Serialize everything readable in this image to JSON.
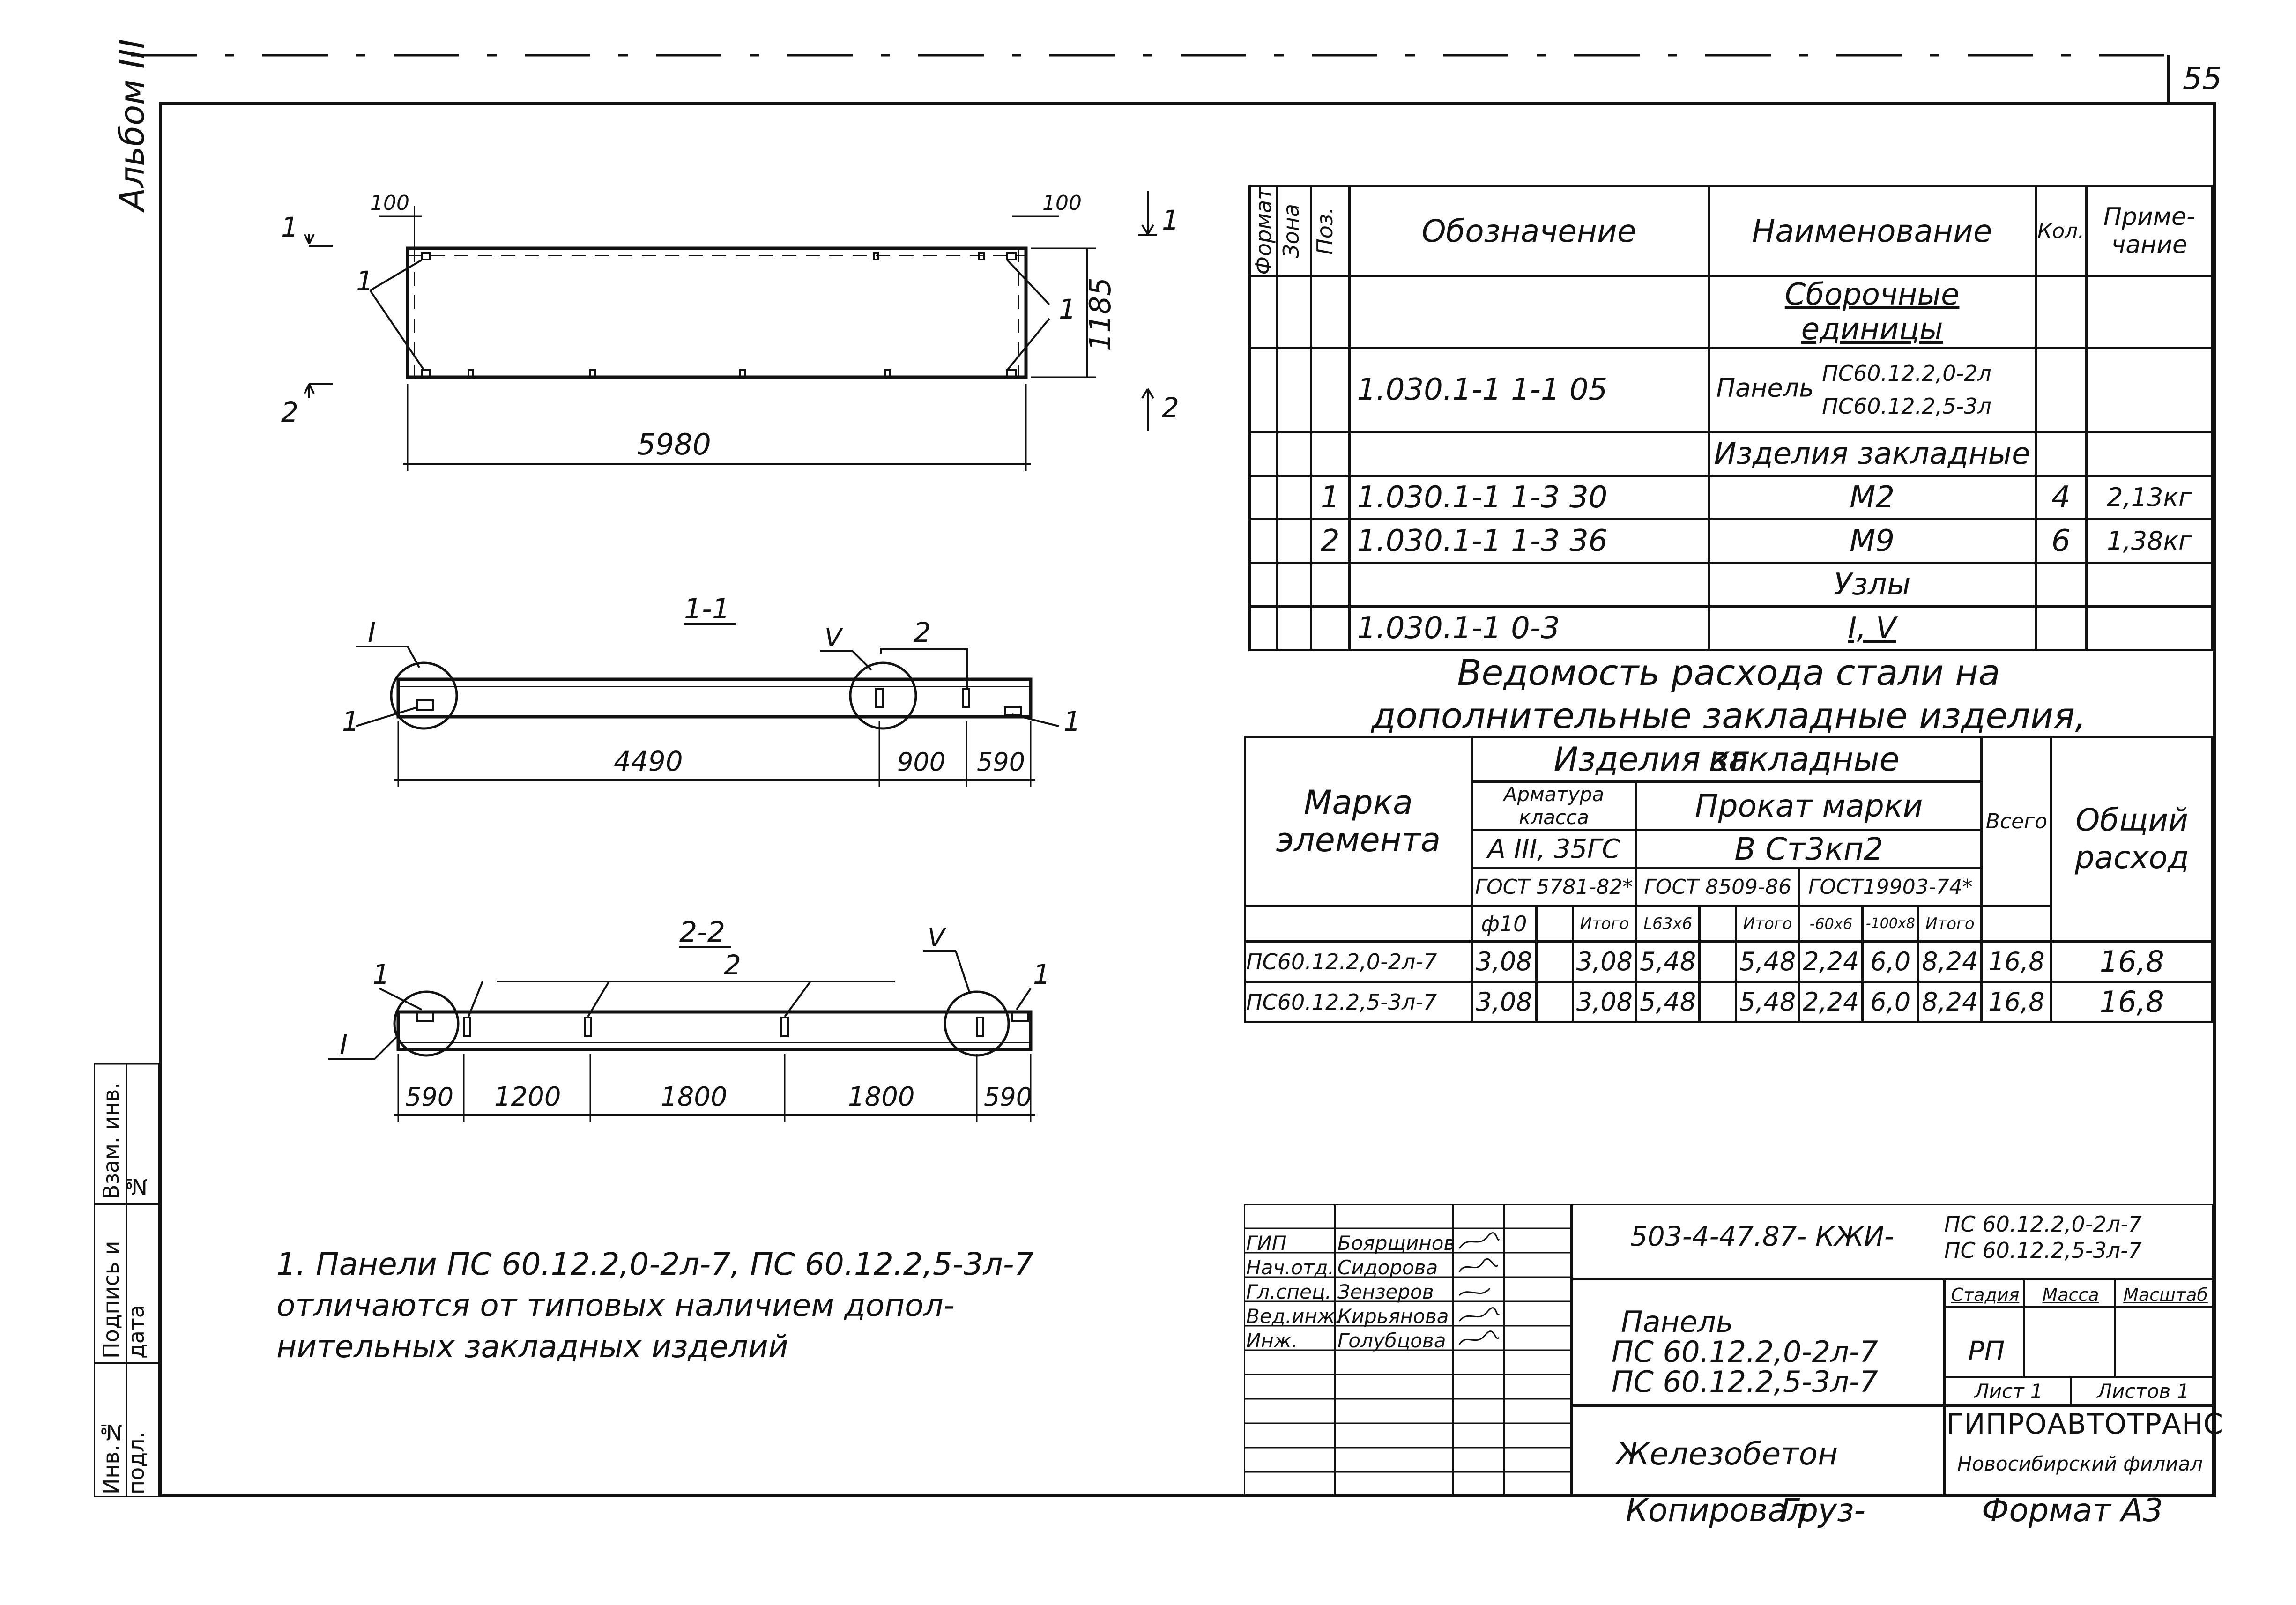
{
  "sheet_number": "55",
  "album": "Альбом III",
  "plan": {
    "width_dim": "5980",
    "height_dim": "1185",
    "edge_dim_left": "100",
    "edge_dim_right": "100",
    "callout": "1",
    "section_mark_1": "1",
    "section_mark_2": "2"
  },
  "section_1": {
    "title": "1-1",
    "node_1": "I",
    "node_5": "V",
    "pos_2": "2",
    "pos_1a": "1",
    "pos_1b": "1",
    "dims": [
      "4490",
      "900",
      "590"
    ]
  },
  "section_2": {
    "title": "2-2",
    "pos_2": "2",
    "pos_1a": "1",
    "pos_1b": "1",
    "node_1": "I",
    "node_5": "V",
    "dims": [
      "590",
      "1200",
      "1800",
      "1800",
      "590"
    ]
  },
  "spec_table": {
    "headers": {
      "format": "Формат",
      "zone": "Зона",
      "pos": "Поз.",
      "designation": "Обозначение",
      "name": "Наименование",
      "qty": "Кол.",
      "note": "Приме-чание"
    },
    "rows": [
      {
        "pos": "",
        "designation": "",
        "name": "Сборочные единицы",
        "qty": "",
        "note": ""
      },
      {
        "pos": "",
        "designation": "1.030.1-1 1-1 05",
        "name_prefix": "Панель",
        "name_a": "ПС60.12.2,0-2л",
        "name_b": "ПС60.12.2,5-3л",
        "qty": "",
        "note": ""
      },
      {
        "pos": "",
        "designation": "",
        "name": "Изделия закладные",
        "qty": "",
        "note": ""
      },
      {
        "pos": "1",
        "designation": "1.030.1-1 1-3 30",
        "name": "М2",
        "qty": "4",
        "note": "2,13кг"
      },
      {
        "pos": "2",
        "designation": "1.030.1-1 1-3 36",
        "name": "М9",
        "qty": "6",
        "note": "1,38кг"
      },
      {
        "pos": "",
        "designation": "",
        "name": "Узлы",
        "qty": "",
        "note": ""
      },
      {
        "pos": "",
        "designation": "1.030.1-1 0-3",
        "name": "I, V",
        "qty": "",
        "note": ""
      }
    ]
  },
  "steel_title_1": "Ведомость расхода стали на",
  "steel_title_2": "дополнительные закладные изделия, кг",
  "steel_table": {
    "h_mark": "Марка элемента",
    "h_items": "Изделия закладные",
    "h_armature": "Арматура класса",
    "h_armature_class": "А III, 35ГС",
    "h_armature_gost": "ГОСТ 5781-82*",
    "h_rolled": "Прокат марки",
    "h_rolled_grade": "В Ст3кп2",
    "h_rolled_gost_1": "ГОСТ 8509-86",
    "h_rolled_gost_2": "ГОСТ19903-74*",
    "h_total": "Всего",
    "h_overall": "Общий расход",
    "sub": [
      "ф10",
      "",
      "Итого",
      "L63x6",
      "",
      "Итого",
      "-60x6",
      "-100x8",
      "Итого"
    ],
    "rows": [
      {
        "mark": "ПС60.12.2,0-2л-7",
        "vals": [
          "3,08",
          "",
          "3,08",
          "5,48",
          "",
          "5,48",
          "2,24",
          "6,0",
          "8,24"
        ],
        "total": "16,8",
        "overall": "16,8"
      },
      {
        "mark": "ПС60.12.2,5-3л-7",
        "vals": [
          "3,08",
          "",
          "3,08",
          "5,48",
          "",
          "5,48",
          "2,24",
          "6,0",
          "8,24"
        ],
        "total": "16,8",
        "overall": "16,8"
      }
    ]
  },
  "note_text": "1. Панели ПС 60.12.2,0-2л-7, ПС 60.12.2,5-3л-7 отличаются от типовых наличием допол-нительных закладных изделий",
  "stamp": {
    "roles": [
      {
        "role": "ГИП",
        "name": "Боярщинов"
      },
      {
        "role": "Нач.отд.",
        "name": "Сидорова"
      },
      {
        "role": "Гл.спец.",
        "name": "Зензеров"
      },
      {
        "role": "Вед.инж.",
        "name": "Кирьянова"
      },
      {
        "role": "Инж.",
        "name": "Голубцова"
      }
    ],
    "code": "503-4-47.87- КЖИ-",
    "code_a": "ПС 60.12.2,0-2л-7",
    "code_b": "ПС 60.12.2,5-3л-7",
    "title_1": "Панель",
    "title_2": "ПС 60.12.2,0-2л-7",
    "title_3": "ПС 60.12.2,5-3л-7",
    "material": "Железобетон",
    "h_stage": "Стадия",
    "h_mass": "Масса",
    "h_scale": "Масштаб",
    "stage": "РП",
    "sheet": "Лист 1",
    "sheets": "Листов 1",
    "org_1": "ГИПРОАВТОТРАНС",
    "org_2": "Новосибирский филиал"
  },
  "left_strip": [
    "Инв.№ подл.",
    "Подпись и дата",
    "Взам. инв.№"
  ],
  "footer_copied": "Копировал",
  "footer_copied_sig": "Груз-",
  "footer_format": "Формат А3"
}
